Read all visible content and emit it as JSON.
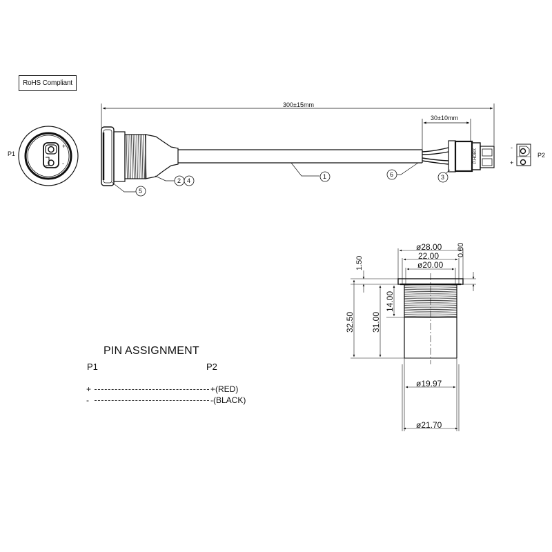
{
  "rohs_label": "RoHS Compliant",
  "connectors": {
    "p1_label": "P1",
    "p2_label": "P2",
    "p1_plus": "+",
    "p1_minus": "-",
    "p2_plus": "+",
    "p2_minus": "-"
  },
  "dimensions": {
    "overall_length": "300±15mm",
    "lead_length": "30±10mm",
    "flange_diameter": "ø28.00",
    "thread_width": "22.00",
    "thread_diameter": "ø20.00",
    "flange_gap": "0.80",
    "flange_thickness": "1.50",
    "total_height": "32.50",
    "body_height": "31.00",
    "thread_height": "14.00",
    "body_diameter_1": "ø19.97",
    "body_diameter_2": "ø21.70"
  },
  "callouts": [
    "1",
    "2",
    "3",
    "4",
    "5",
    "6"
  ],
  "connector_marking": "P.HOBX",
  "pin_assignment": {
    "title": "PIN ASSIGNMENT",
    "p1_header": "P1",
    "p2_header": "P2",
    "rows": [
      {
        "p1": "+",
        "p2": "+(RED)"
      },
      {
        "p1": "-",
        "p2": "-(BLACK)"
      }
    ]
  }
}
